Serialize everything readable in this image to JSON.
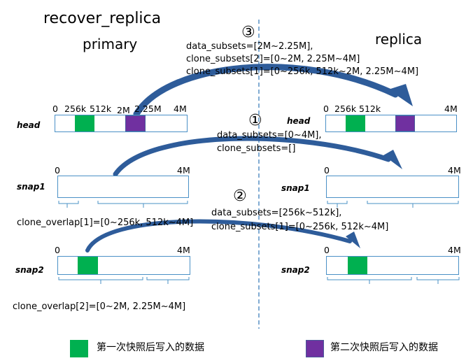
{
  "title": "recover_replica",
  "primary_label": "primary",
  "replica_label": "replica",
  "steps": {
    "step3": {
      "marker": "③",
      "lines": [
        "data_subsets=[2M~2.25M],",
        "clone_subsets[2]=[0~2M, 2.25M~4M]",
        "clone_subsets[1]=[0~256k, 512k~2M, 2.25M~4M]"
      ]
    },
    "step1": {
      "marker": "①",
      "lines": [
        "data_subsets=[0~4M],",
        "clone_subsets=[]"
      ]
    },
    "step2": {
      "marker": "②",
      "lines": [
        "data_subsets=[256k~512k],",
        "clone_subsets[1]=[0~256k, 512k~4M]"
      ]
    }
  },
  "rows": {
    "head": "head",
    "snap1": "snap1",
    "snap2": "snap2"
  },
  "ticks": {
    "primary_head": {
      "t0": "0",
      "t256k": "256k",
      "t512k": "512k",
      "t2M": "2M",
      "t225M": "2.25M",
      "t4M": "4M"
    },
    "replica_head": {
      "t0": "0",
      "t256k": "256k",
      "t512k": "512k",
      "t4M": "4M"
    },
    "zero": "0",
    "four": "4M"
  },
  "clone_overlap": {
    "c1": "clone_overlap[1]=[0~256k, 512k~4M]",
    "c2": "clone_overlap[2]=[0~2M, 2.25M~4M]"
  },
  "legend": {
    "first": "第一次快照后写入的数据",
    "second": "第二次快照后写入的数据",
    "first_color": "#00b050",
    "second_color": "#7030a0"
  },
  "colors": {
    "arrow": "#2e5c9a",
    "box_border": "#4a90c6",
    "divider": "#2e75b6"
  }
}
